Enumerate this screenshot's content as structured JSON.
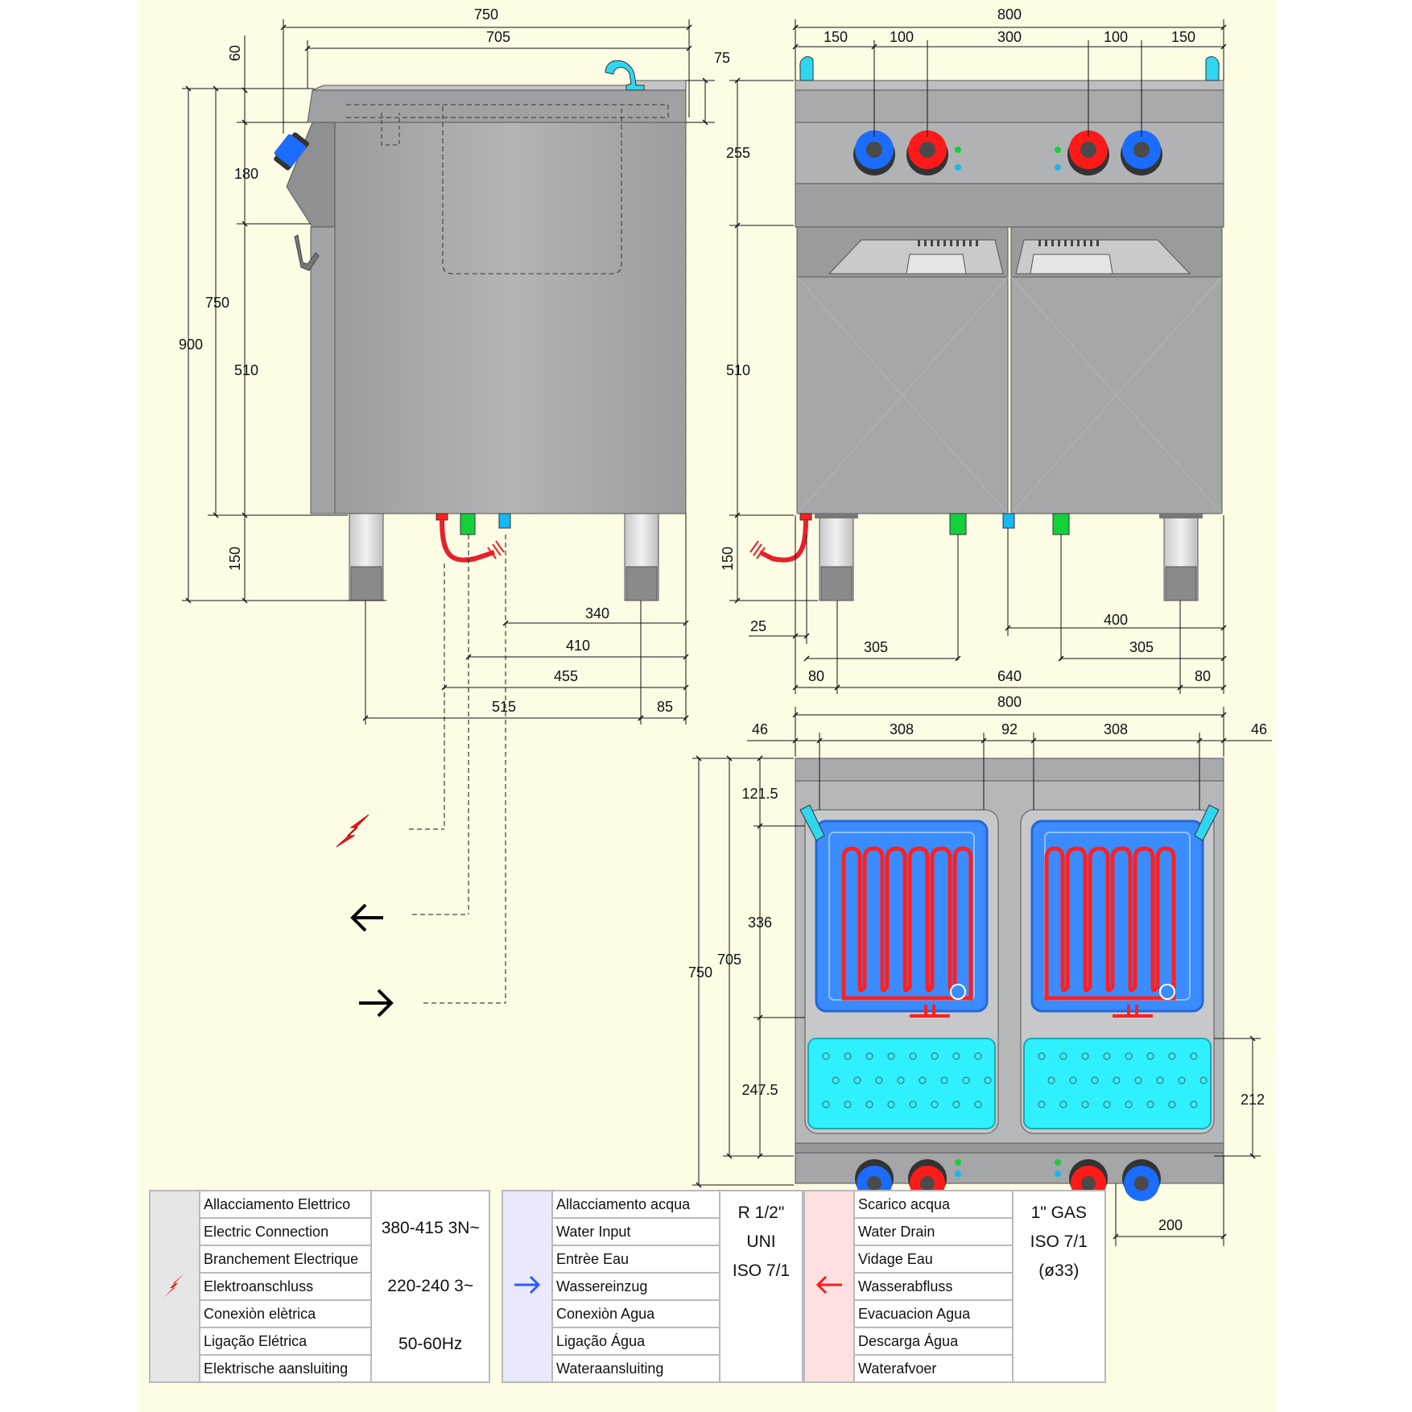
{
  "side_view": {
    "dims": {
      "w750": "750",
      "w705": "705",
      "h60": "60",
      "h75": "75",
      "h180": "180",
      "h750": "750",
      "h900": "900",
      "h510": "510",
      "h150": "150",
      "b340": "340",
      "b410": "410",
      "b455": "455",
      "b515": "515",
      "b85": "85"
    }
  },
  "front_view": {
    "dims": {
      "w800": "800",
      "t150a": "150",
      "t100a": "100",
      "t300": "300",
      "t100b": "100",
      "t150b": "150",
      "h255": "255",
      "h510": "510",
      "h150": "150",
      "b25": "25",
      "b305a": "305",
      "b400": "400",
      "b305b": "305",
      "b80a": "80",
      "b640": "640",
      "b80b": "80"
    }
  },
  "top_view": {
    "dims": {
      "w800": "800",
      "c46a": "46",
      "c308a": "308",
      "c92": "92",
      "c308b": "308",
      "c46b": "46",
      "h121": "121.5",
      "h336": "336",
      "h247": "247.5",
      "h750": "750",
      "h705": "705",
      "h212": "212",
      "b200": "200"
    }
  },
  "colors": {
    "panel": "#a9aaab",
    "panel_dark": "#8e8f90",
    "background": "#fdfde6",
    "knob_red": "#ff1a1a",
    "knob_blue": "#1b6cff",
    "water": "#2ff0ff",
    "basket_blue": "#3a8cff",
    "heater_red": "#ff2020",
    "connector_green": "#14d03a",
    "connector_cyan": "#19b7f0"
  },
  "legend": {
    "electric": {
      "icon": "lightning-icon",
      "labels": [
        "Allacciamento Elettrico",
        "Electric Connection",
        "Branchement Electrique",
        "Elektroanschluss",
        "Conexiòn elètrica",
        "Ligação Elétrica",
        "Elektrische aansluiting"
      ],
      "spec": [
        "380-415 3N~",
        "220-240 3~",
        "50-60Hz"
      ]
    },
    "water_in": {
      "icon": "arrow-right-icon",
      "labels": [
        "Allacciamento acqua",
        "Water Input",
        "Entrèe Eau",
        "Wassereinzug",
        "Conexiòn Agua",
        "Ligação Água",
        "Wateraansluiting"
      ],
      "spec": [
        "R 1/2\"",
        "UNI",
        "ISO 7/1"
      ]
    },
    "drain": {
      "icon": "arrow-left-icon",
      "labels": [
        "Scarico acqua",
        "Water Drain",
        "Vidage Eau",
        "Wasserabfluss",
        "Evacuacion Agua",
        "Descarga Água",
        "Waterafvoer"
      ],
      "spec": [
        "1\" GAS",
        "ISO 7/1",
        "(ø33)"
      ]
    }
  }
}
